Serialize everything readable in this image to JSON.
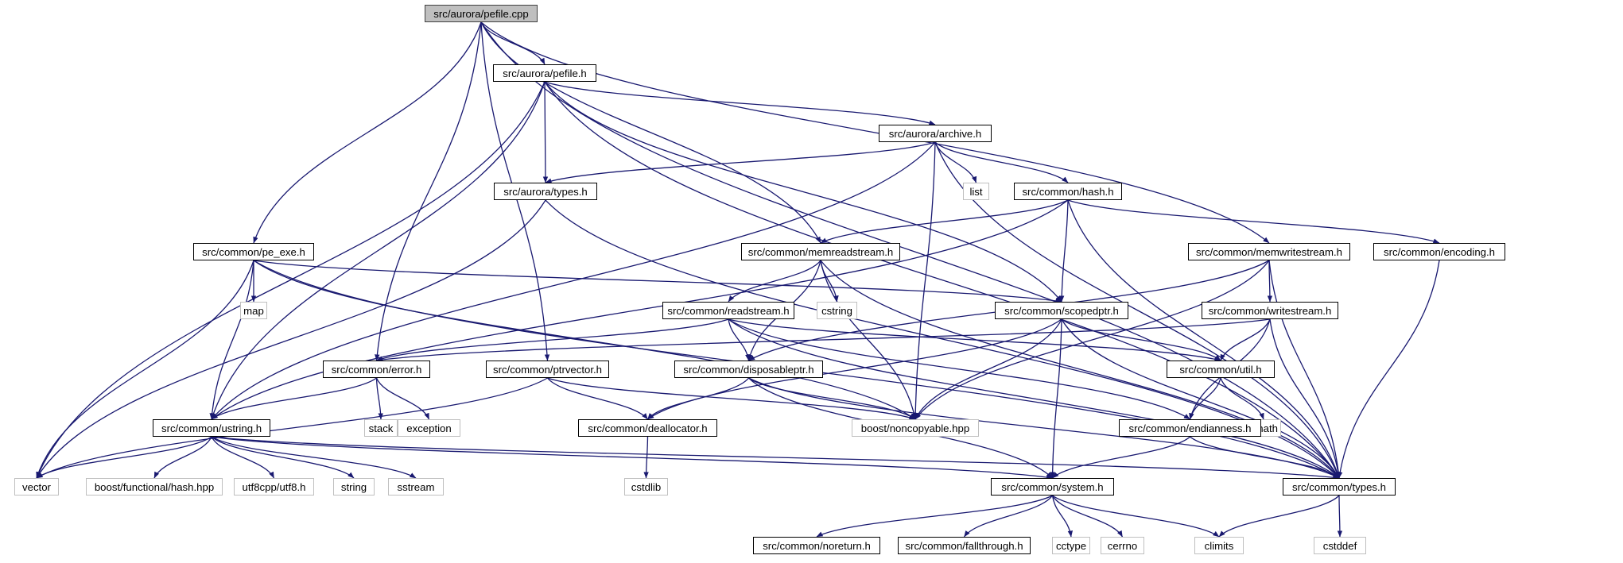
{
  "colors": {
    "edge": "#191970",
    "node_border": "#000000",
    "external_border": "#bfbfbf",
    "root_fill": "#bfbfbf"
  },
  "nodes": [
    {
      "id": "root",
      "label": "src/aurora/pefile.cpp",
      "kind": "root"
    },
    {
      "id": "pefile_h",
      "label": "src/aurora/pefile.h",
      "kind": "header"
    },
    {
      "id": "archive_h",
      "label": "src/aurora/archive.h",
      "kind": "header"
    },
    {
      "id": "list",
      "label": "list",
      "kind": "system"
    },
    {
      "id": "aurora_types_h",
      "label": "src/aurora/types.h",
      "kind": "header"
    },
    {
      "id": "hash_h",
      "label": "src/common/hash.h",
      "kind": "header"
    },
    {
      "id": "pe_exe_h",
      "label": "src/common/pe_exe.h",
      "kind": "header"
    },
    {
      "id": "map",
      "label": "map",
      "kind": "system"
    },
    {
      "id": "memreadstream_h",
      "label": "src/common/memreadstream.h",
      "kind": "header"
    },
    {
      "id": "memwritestream_h",
      "label": "src/common/memwritestream.h",
      "kind": "header"
    },
    {
      "id": "encoding_h",
      "label": "src/common/encoding.h",
      "kind": "header"
    },
    {
      "id": "readstream_h",
      "label": "src/common/readstream.h",
      "kind": "header"
    },
    {
      "id": "cstring",
      "label": "cstring",
      "kind": "system"
    },
    {
      "id": "scopedptr_h",
      "label": "src/common/scopedptr.h",
      "kind": "header"
    },
    {
      "id": "writestream_h",
      "label": "src/common/writestream.h",
      "kind": "header"
    },
    {
      "id": "error_h",
      "label": "src/common/error.h",
      "kind": "header"
    },
    {
      "id": "ptrvector_h",
      "label": "src/common/ptrvector.h",
      "kind": "header"
    },
    {
      "id": "disposableptr_h",
      "label": "src/common/disposableptr.h",
      "kind": "header"
    },
    {
      "id": "util_h",
      "label": "src/common/util.h",
      "kind": "header"
    },
    {
      "id": "stack",
      "label": "stack",
      "kind": "system"
    },
    {
      "id": "exception",
      "label": "exception",
      "kind": "system"
    },
    {
      "id": "noncopyable",
      "label": "boost/noncopyable.hpp",
      "kind": "system"
    },
    {
      "id": "cmath",
      "label": "cmath",
      "kind": "system"
    },
    {
      "id": "ustring_h",
      "label": "src/common/ustring.h",
      "kind": "header"
    },
    {
      "id": "deallocator_h",
      "label": "src/common/deallocator.h",
      "kind": "header"
    },
    {
      "id": "endianness_h",
      "label": "src/common/endianness.h",
      "kind": "header"
    },
    {
      "id": "vector",
      "label": "vector",
      "kind": "system"
    },
    {
      "id": "boost_hash",
      "label": "boost/functional/hash.hpp",
      "kind": "system"
    },
    {
      "id": "utf8",
      "label": "utf8cpp/utf8.h",
      "kind": "system"
    },
    {
      "id": "string",
      "label": "string",
      "kind": "system"
    },
    {
      "id": "sstream",
      "label": "sstream",
      "kind": "system"
    },
    {
      "id": "cstdlib",
      "label": "cstdlib",
      "kind": "system"
    },
    {
      "id": "system_h",
      "label": "src/common/system.h",
      "kind": "header"
    },
    {
      "id": "common_types_h",
      "label": "src/common/types.h",
      "kind": "header"
    },
    {
      "id": "noreturn_h",
      "label": "src/common/noreturn.h",
      "kind": "header"
    },
    {
      "id": "fallthrough_h",
      "label": "src/common/fallthrough.h",
      "kind": "header"
    },
    {
      "id": "cctype",
      "label": "cctype",
      "kind": "system"
    },
    {
      "id": "cerrno",
      "label": "cerrno",
      "kind": "system"
    },
    {
      "id": "climits",
      "label": "climits",
      "kind": "system"
    },
    {
      "id": "cstddef",
      "label": "cstddef",
      "kind": "system"
    }
  ],
  "edges": [
    [
      "root",
      "pefile_h"
    ],
    [
      "root",
      "pe_exe_h"
    ],
    [
      "root",
      "error_h"
    ],
    [
      "root",
      "ptrvector_h"
    ],
    [
      "root",
      "memreadstream_h"
    ],
    [
      "root",
      "memwritestream_h"
    ],
    [
      "root",
      "common_types_h"
    ],
    [
      "pefile_h",
      "aurora_types_h"
    ],
    [
      "pefile_h",
      "archive_h"
    ],
    [
      "pefile_h",
      "ustring_h"
    ],
    [
      "pefile_h",
      "vector"
    ],
    [
      "pefile_h",
      "scopedptr_h"
    ],
    [
      "pefile_h",
      "common_types_h"
    ],
    [
      "archive_h",
      "aurora_types_h"
    ],
    [
      "archive_h",
      "list"
    ],
    [
      "archive_h",
      "hash_h"
    ],
    [
      "archive_h",
      "ustring_h"
    ],
    [
      "archive_h",
      "noncopyable"
    ],
    [
      "archive_h",
      "common_types_h"
    ],
    [
      "aurora_types_h",
      "vector"
    ],
    [
      "aurora_types_h",
      "common_types_h"
    ],
    [
      "hash_h",
      "memreadstream_h"
    ],
    [
      "hash_h",
      "encoding_h"
    ],
    [
      "hash_h",
      "scopedptr_h"
    ],
    [
      "hash_h",
      "ustring_h"
    ],
    [
      "hash_h",
      "common_types_h"
    ],
    [
      "pe_exe_h",
      "map"
    ],
    [
      "pe_exe_h",
      "vector"
    ],
    [
      "pe_exe_h",
      "ustring_h"
    ],
    [
      "pe_exe_h",
      "scopedptr_h"
    ],
    [
      "pe_exe_h",
      "noncopyable"
    ],
    [
      "pe_exe_h",
      "common_types_h"
    ],
    [
      "memreadstream_h",
      "readstream_h"
    ],
    [
      "memreadstream_h",
      "cstring"
    ],
    [
      "memreadstream_h",
      "disposableptr_h"
    ],
    [
      "memreadstream_h",
      "noncopyable"
    ],
    [
      "memreadstream_h",
      "common_types_h"
    ],
    [
      "memwritestream_h",
      "writestream_h"
    ],
    [
      "memwritestream_h",
      "disposableptr_h"
    ],
    [
      "memwritestream_h",
      "noncopyable"
    ],
    [
      "memwritestream_h",
      "common_types_h"
    ],
    [
      "encoding_h",
      "common_types_h"
    ],
    [
      "readstream_h",
      "error_h"
    ],
    [
      "readstream_h",
      "disposableptr_h"
    ],
    [
      "readstream_h",
      "util_h"
    ],
    [
      "readstream_h",
      "endianness_h"
    ],
    [
      "readstream_h",
      "common_types_h"
    ],
    [
      "scopedptr_h",
      "deallocator_h"
    ],
    [
      "scopedptr_h",
      "util_h"
    ],
    [
      "scopedptr_h",
      "noncopyable"
    ],
    [
      "scopedptr_h",
      "system_h"
    ],
    [
      "scopedptr_h",
      "common_types_h"
    ],
    [
      "writestream_h",
      "error_h"
    ],
    [
      "writestream_h",
      "util_h"
    ],
    [
      "writestream_h",
      "endianness_h"
    ],
    [
      "writestream_h",
      "common_types_h"
    ],
    [
      "error_h",
      "ustring_h"
    ],
    [
      "error_h",
      "stack"
    ],
    [
      "error_h",
      "exception"
    ],
    [
      "ptrvector_h",
      "deallocator_h"
    ],
    [
      "ptrvector_h",
      "noncopyable"
    ],
    [
      "ptrvector_h",
      "vector"
    ],
    [
      "disposableptr_h",
      "deallocator_h"
    ],
    [
      "disposableptr_h",
      "noncopyable"
    ],
    [
      "disposableptr_h",
      "system_h"
    ],
    [
      "disposableptr_h",
      "common_types_h"
    ],
    [
      "util_h",
      "cmath"
    ],
    [
      "util_h",
      "endianness_h"
    ],
    [
      "ustring_h",
      "vector"
    ],
    [
      "ustring_h",
      "boost_hash"
    ],
    [
      "ustring_h",
      "utf8"
    ],
    [
      "ustring_h",
      "string"
    ],
    [
      "ustring_h",
      "sstream"
    ],
    [
      "ustring_h",
      "system_h"
    ],
    [
      "ustring_h",
      "common_types_h"
    ],
    [
      "deallocator_h",
      "cstdlib"
    ],
    [
      "endianness_h",
      "system_h"
    ],
    [
      "endianness_h",
      "common_types_h"
    ],
    [
      "system_h",
      "noreturn_h"
    ],
    [
      "system_h",
      "fallthrough_h"
    ],
    [
      "system_h",
      "cctype"
    ],
    [
      "system_h",
      "cerrno"
    ],
    [
      "system_h",
      "climits"
    ],
    [
      "common_types_h",
      "climits"
    ],
    [
      "common_types_h",
      "cstddef"
    ]
  ]
}
